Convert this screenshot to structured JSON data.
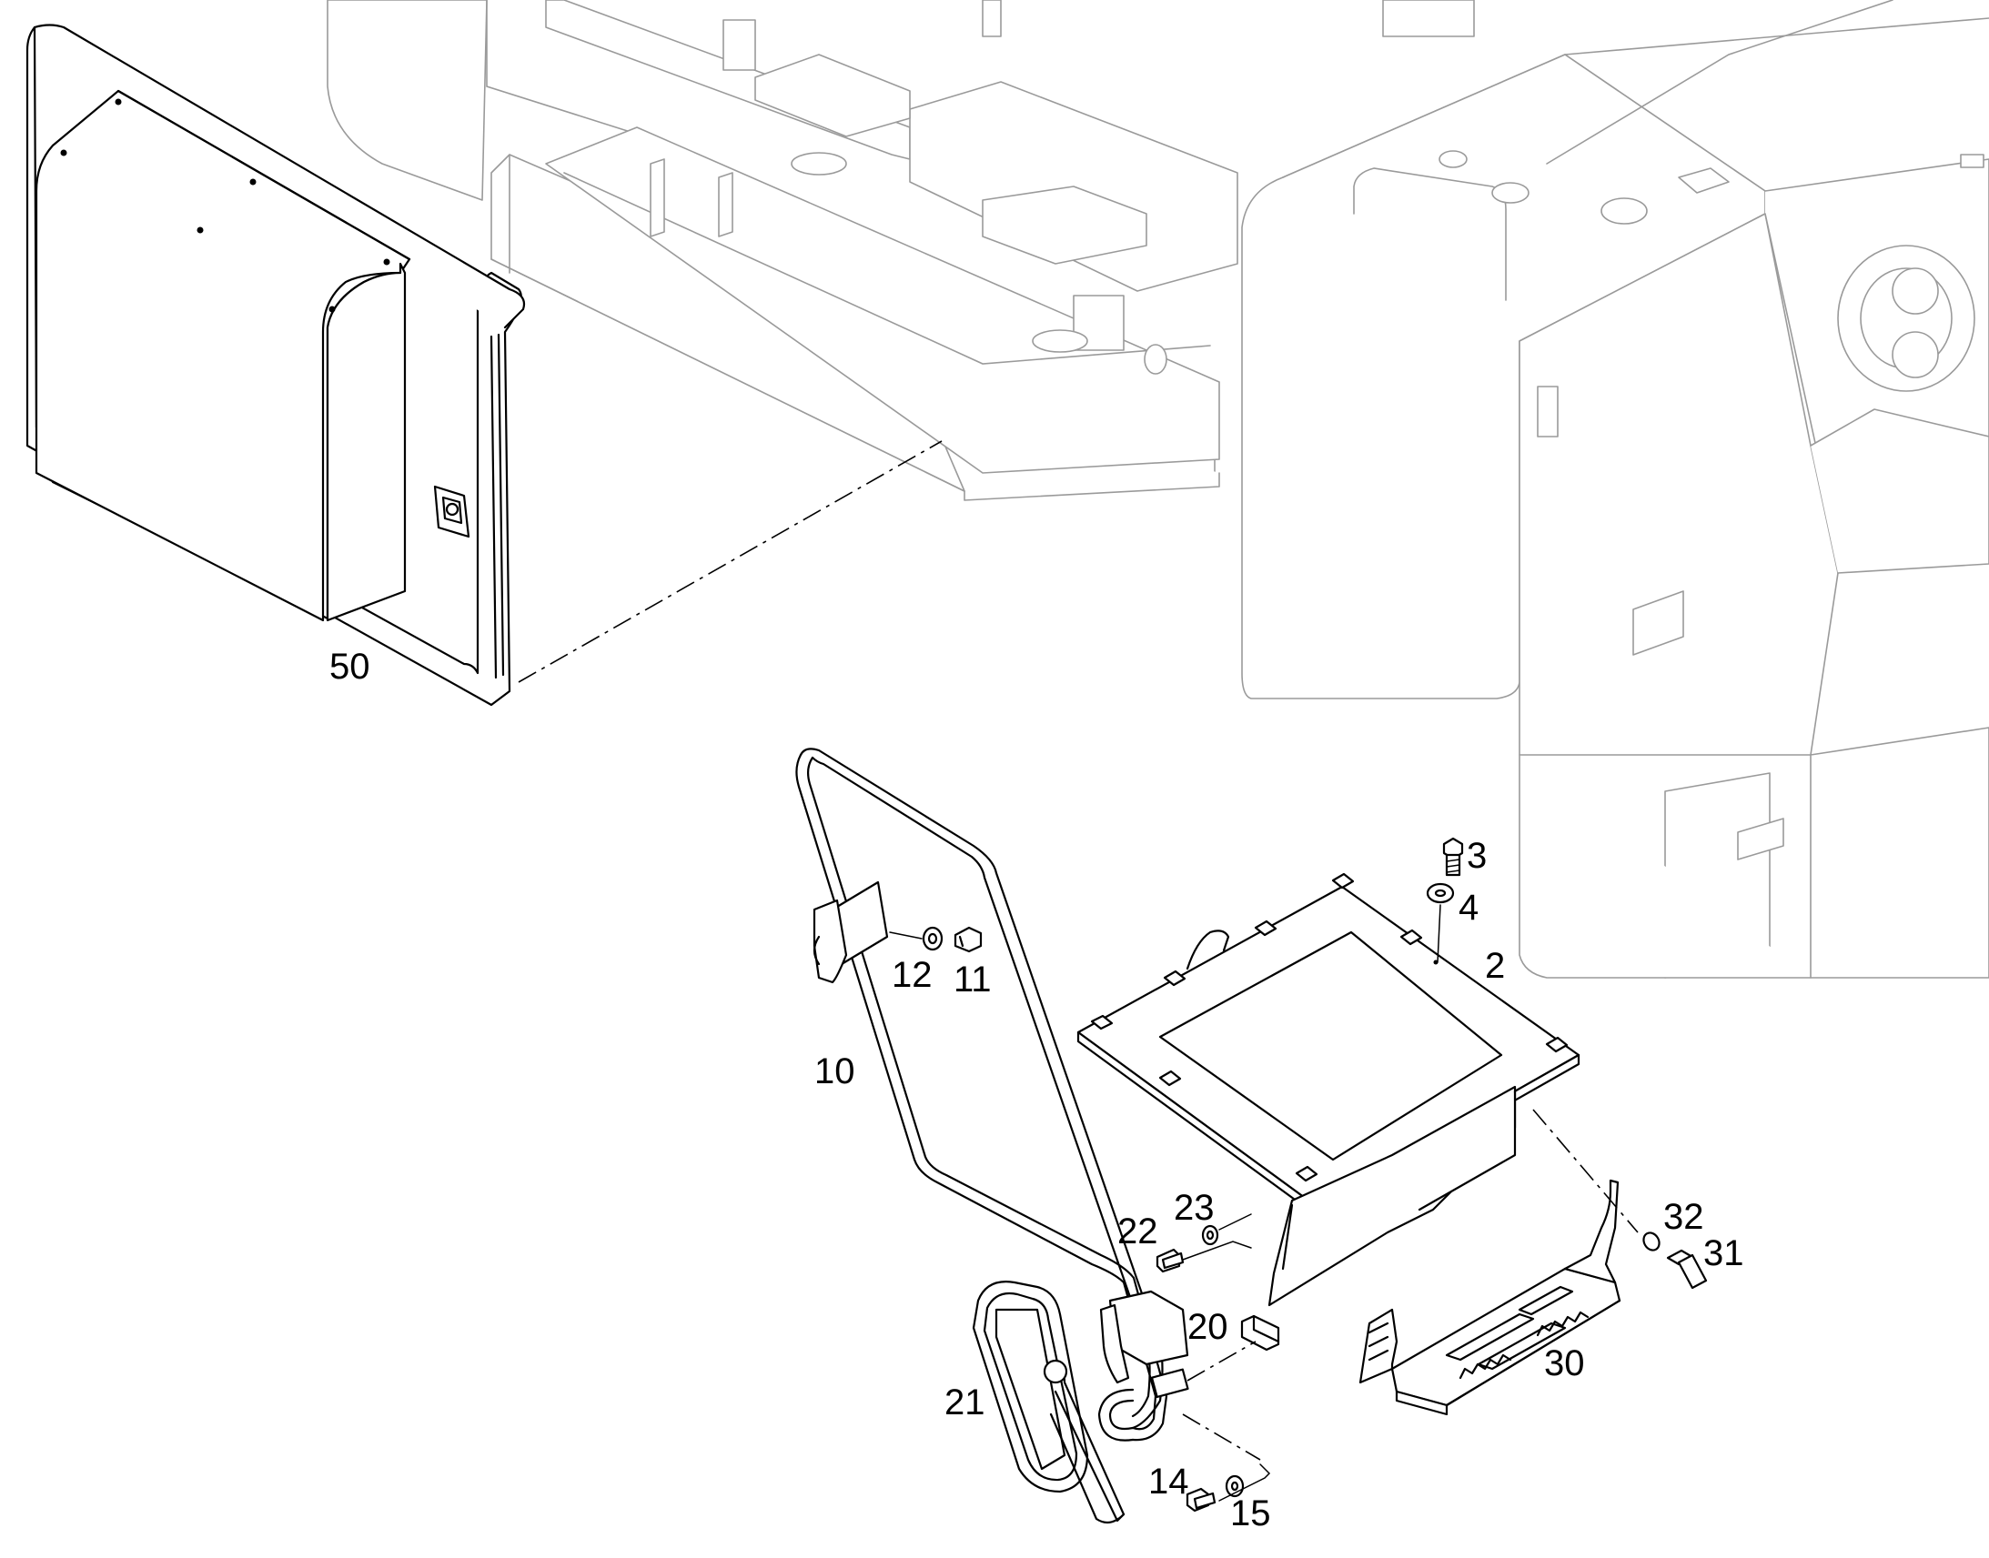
{
  "diagram": {
    "callouts": [
      {
        "id": "c50",
        "label": "50"
      },
      {
        "id": "c3",
        "label": "3"
      },
      {
        "id": "c4",
        "label": "4"
      },
      {
        "id": "c2",
        "label": "2"
      },
      {
        "id": "c12",
        "label": "12"
      },
      {
        "id": "c11",
        "label": "11"
      },
      {
        "id": "c10",
        "label": "10"
      },
      {
        "id": "c23",
        "label": "23"
      },
      {
        "id": "c22",
        "label": "22"
      },
      {
        "id": "c32",
        "label": "32"
      },
      {
        "id": "c31",
        "label": "31"
      },
      {
        "id": "c20",
        "label": "20"
      },
      {
        "id": "c30",
        "label": "30"
      },
      {
        "id": "c21",
        "label": "21"
      },
      {
        "id": "c14",
        "label": "14"
      },
      {
        "id": "c15",
        "label": "15"
      }
    ]
  }
}
